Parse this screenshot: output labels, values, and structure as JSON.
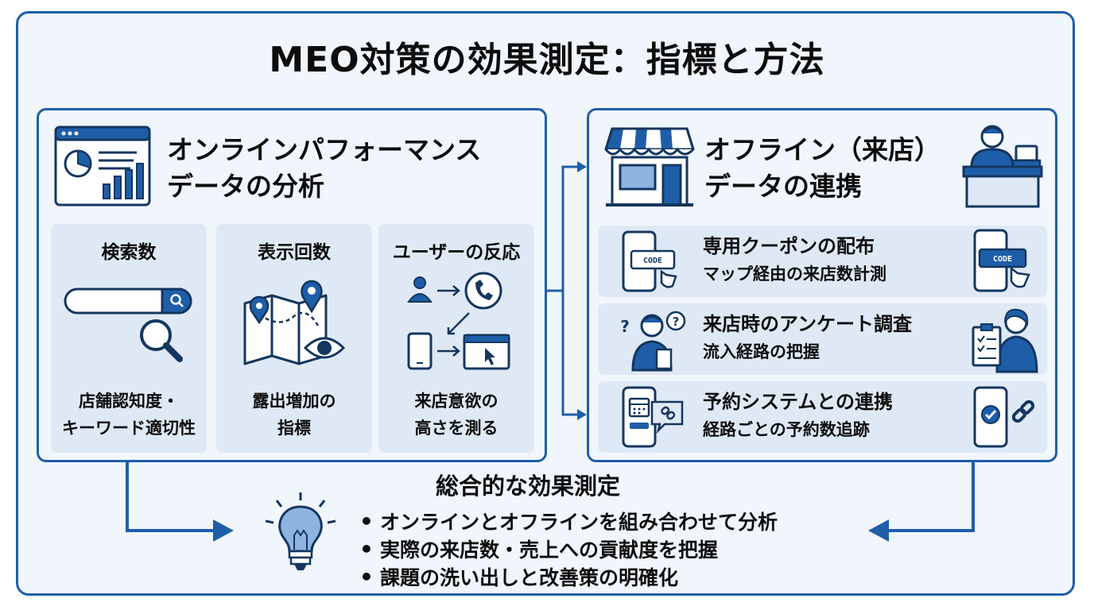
{
  "title": "MEO対策の効果測定：指標と方法",
  "online": {
    "title_line1": "オンラインパフォーマンス",
    "title_line2": "データの分析",
    "metrics": [
      {
        "title": "検索数",
        "desc_line1": "店舗認知度・",
        "desc_line2": "キーワード適切性"
      },
      {
        "title": "表示回数",
        "desc_line1": "露出増加の",
        "desc_line2": "指標"
      },
      {
        "title": "ユーザーの反応",
        "desc_line1": "来店意欲の",
        "desc_line2": "高さを測る"
      }
    ]
  },
  "offline": {
    "title_line1": "オフライン（来店）",
    "title_line2": "データの連携",
    "items": [
      {
        "title": "専用クーポンの配布",
        "sub": "マップ経由の来店数計測",
        "icon_label": "CODE"
      },
      {
        "title": "来店時のアンケート調査",
        "sub": "流入経路の把握"
      },
      {
        "title": "予約システムとの連携",
        "sub": "経路ごとの予約数追跡"
      }
    ]
  },
  "summary": {
    "title": "総合的な効果測定",
    "bullets": [
      "オンラインとオフラインを組み合わせて分析",
      "実際の来店数・売上への貢献度を把握",
      "課題の洗い出しと改善策の明確化"
    ]
  },
  "colors": {
    "primary": "#1e5ea8",
    "card": "#dfe9f5",
    "background": "#f1f6fc",
    "text": "#0d0d0d"
  }
}
